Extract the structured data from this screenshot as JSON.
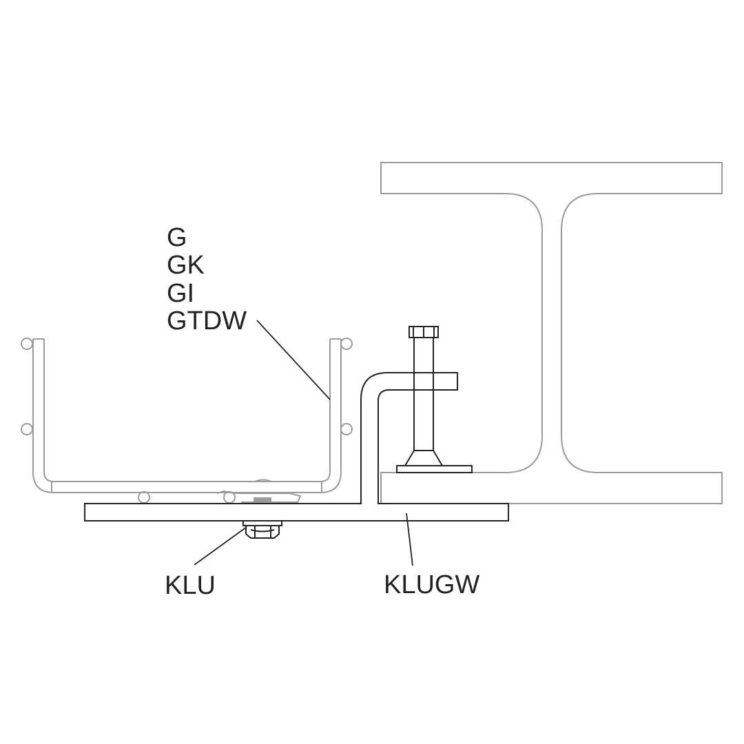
{
  "labels": {
    "tray_models": [
      "G",
      "GK",
      "GI",
      "GTDW"
    ],
    "nut_label": "KLU",
    "clamp_label": "KLUGW"
  },
  "colors": {
    "line_dark": "#222222",
    "line_grey": "#9a9a9a",
    "background": "#ffffff"
  }
}
